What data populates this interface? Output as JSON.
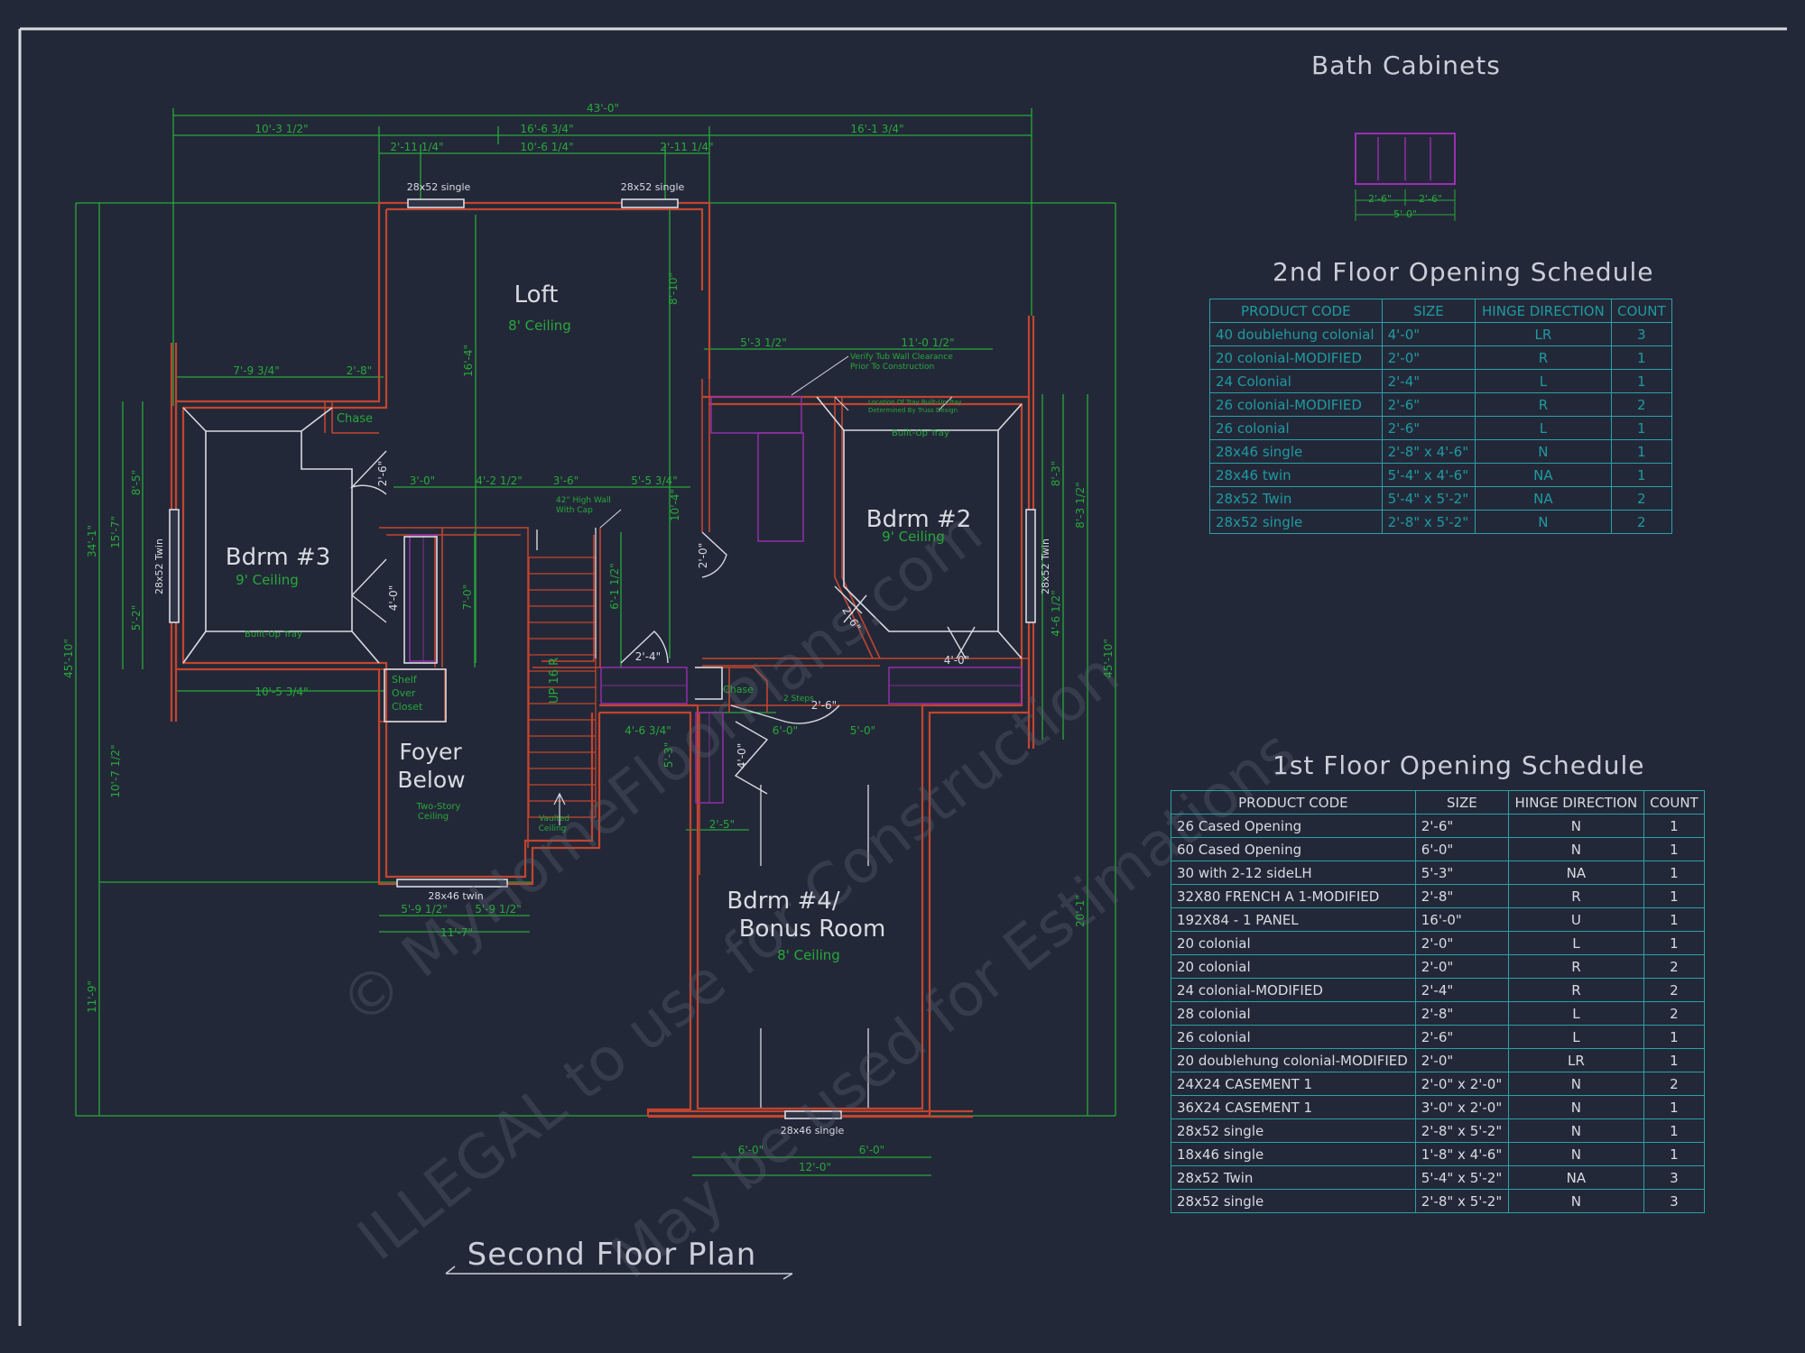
{
  "headings": {
    "bath_cabinets": "Bath Cabinets",
    "second_floor_schedule": "2nd Floor Opening Schedule",
    "first_floor_schedule": "1st Floor Opening Schedule",
    "plan_title": "Second Floor Plan"
  },
  "watermark": {
    "line1": "© MyHomeFloorPlans.com",
    "line2": "ILLEGAL to use for Construction",
    "line3": "May be used for Estimations"
  },
  "colors": {
    "background": "#232838",
    "walls": "#c2452f",
    "dimensions": "#27a83a",
    "cabinets": "#9a2fb0",
    "schedule_grid": "#2aa0a8",
    "text": "#d8dbe2"
  },
  "bath_cabinet_dims": {
    "left": "2'-6\"",
    "right": "2'-6\"",
    "total": "5'-0\""
  },
  "rooms": {
    "loft": {
      "name": "Loft",
      "ceiling": "8' Ceiling"
    },
    "bdrm2": {
      "name": "Bdrm  #2",
      "ceiling": "9' Ceiling"
    },
    "bdrm3": {
      "name": "Bdrm  #3",
      "ceiling": "9' Ceiling"
    },
    "foyer": {
      "line1": "Foyer",
      "line2": "Below",
      "note1": "Two-Story",
      "note2": "Ceiling"
    },
    "bdrm4": {
      "line1": "Bdrm #4/",
      "line2": "Bonus Room",
      "ceiling": "8' Ceiling"
    },
    "chase1": "Chase",
    "chase2": "Chase",
    "shelf_closet": {
      "l1": "Shelf",
      "l2": "Over",
      "l3": "Closet"
    },
    "vaulted": {
      "l1": "Vaulted",
      "l2": "Ceiling"
    },
    "built_up_tray_3": "Built-Up Tray",
    "built_up_tray_2": "Built-Up Tray",
    "rail_note": {
      "l1": "42\" High Wall",
      "l2": "With Cap"
    },
    "tub_note": {
      "l1": "Verify Tub Wall Clearance",
      "l2": "Prior To Construction"
    },
    "truss_note": {
      "l1": "Location Of Tray Built-Up Tray",
      "l2": "Determined By Truss Design"
    },
    "stair_label": "UP 16 R",
    "steps_label": "2 Steps"
  },
  "windows": {
    "loft_left": "28x52 single",
    "loft_right": "28x52 single",
    "bdrm3": "28x52 Twin",
    "bdrm2": "28x52 Twin",
    "foyer": "28x46 twin",
    "bdrm4": "28x46 single"
  },
  "doors": {
    "d_2_6a": "2'-6\"",
    "d_4_0a": "4'-0\"",
    "d_2_4": "2'-4\"",
    "d_2_0": "2'-0\"",
    "d_2_6b": "2'-6\"",
    "d_4_0b": "4'-0\"",
    "d_2_6c": "2'-6\"",
    "d_4_0c": "4'-0\""
  },
  "dimensions": {
    "overall_top": "43'-0\"",
    "top_a": "10'-3 1/2\"",
    "top_b": "16'-6 3/4\"",
    "top_c": "16'-1 3/4\"",
    "top_d": "2'-11 1/4\"",
    "top_e": "10'-6 1/4\"",
    "top_f": "2'-11 1/4\"",
    "b3_a": "7'-9 3/4\"",
    "b3_b": "2'-8\"",
    "b3_bottom": "10'-5 3/4\"",
    "mid_a": "3'-0\"",
    "mid_b": "4'-2 1/2\"",
    "mid_c": "3'-6\"",
    "mid_d": "5'-5 3/4\"",
    "b2_a": "5'-3 1/2\"",
    "b2_b": "11'-0 1/2\"",
    "foyer_a": "5'-9 1/2\"",
    "foyer_b": "5'-9 1/2\"",
    "foyer_total": "11'-7\"",
    "b4_a": "6'-0\"",
    "b4_b": "6'-0\"",
    "b4_total": "12'-0\"",
    "left_overall": "45'-10\"",
    "left_a": "34'-1\"",
    "left_b": "15'-7\"",
    "left_c": "10'-7 1/2\"",
    "left_d": "11'-9\"",
    "left_e": "8'-5\"",
    "left_f": "5'-2\"",
    "right_overall": "45'-10\"",
    "right_a": "20'-1\"",
    "right_b": "8'-3 1/2\"",
    "right_c": "4'-6 1/2\"",
    "right_d": "8'-3\"",
    "loft_v": "16'-4\"",
    "loft_v2": "8'-10\"",
    "stair_v": "6'-1 1/2\"",
    "bath_v": "10'-4\"",
    "closet_v": "7'-0\"",
    "hall_a": "4'-6 3/4\"",
    "hall_b": "6'-0\"",
    "hall_c": "5'-0\"",
    "hall_d": "5'-3\"",
    "hall_e": "2'-5\""
  },
  "second_floor_schedule": {
    "headers": [
      "PRODUCT CODE",
      "SIZE",
      "HINGE DIRECTION",
      "COUNT"
    ],
    "rows": [
      [
        "40 doublehung colonial",
        "4'-0\"",
        "LR",
        "3"
      ],
      [
        "20 colonial-MODIFIED",
        "2'-0\"",
        "R",
        "1"
      ],
      [
        "24 Colonial",
        "2'-4\"",
        "L",
        "1"
      ],
      [
        "26 colonial-MODIFIED",
        "2'-6\"",
        "R",
        "2"
      ],
      [
        "26 colonial",
        "2'-6\"",
        "L",
        "1"
      ],
      [
        "28x46 single",
        "2'-8\" x 4'-6\"",
        "N",
        "1"
      ],
      [
        "28x46 twin",
        "5'-4\" x 4'-6\"",
        "NA",
        "1"
      ],
      [
        "28x52 Twin",
        "5'-4\" x 5'-2\"",
        "NA",
        "2"
      ],
      [
        "28x52 single",
        "2'-8\" x 5'-2\"",
        "N",
        "2"
      ]
    ]
  },
  "first_floor_schedule": {
    "headers": [
      "PRODUCT CODE",
      "SIZE",
      "HINGE DIRECTION",
      "COUNT"
    ],
    "rows": [
      [
        "26 Cased Opening",
        "2'-6\"",
        "N",
        "1"
      ],
      [
        "60 Cased Opening",
        "6'-0\"",
        "N",
        "1"
      ],
      [
        "30 with 2-12 sideLH",
        "5'-3\"",
        "NA",
        "1"
      ],
      [
        "32X80 FRENCH A 1-MODIFIED",
        "2'-8\"",
        "R",
        "1"
      ],
      [
        "192X84 - 1 PANEL",
        "16'-0\"",
        "U",
        "1"
      ],
      [
        "20 colonial",
        "2'-0\"",
        "L",
        "1"
      ],
      [
        "20 colonial",
        "2'-0\"",
        "R",
        "2"
      ],
      [
        "24 colonial-MODIFIED",
        "2'-4\"",
        "R",
        "2"
      ],
      [
        "28 colonial",
        "2'-8\"",
        "L",
        "2"
      ],
      [
        "26 colonial",
        "2'-6\"",
        "L",
        "1"
      ],
      [
        "20 doublehung colonial-MODIFIED",
        "2'-0\"",
        "LR",
        "1"
      ],
      [
        "24X24 CASEMENT 1",
        "2'-0\" x 2'-0\"",
        "N",
        "2"
      ],
      [
        "36X24 CASEMENT 1",
        "3'-0\" x 2'-0\"",
        "N",
        "1"
      ],
      [
        "28x52 single",
        "2'-8\" x 5'-2\"",
        "N",
        "1"
      ],
      [
        "18x46 single",
        "1'-8\" x 4'-6\"",
        "N",
        "1"
      ],
      [
        "28x52 Twin",
        "5'-4\" x 5'-2\"",
        "NA",
        "3"
      ],
      [
        "28x52 single",
        "2'-8\" x 5'-2\"",
        "N",
        "3"
      ]
    ]
  }
}
